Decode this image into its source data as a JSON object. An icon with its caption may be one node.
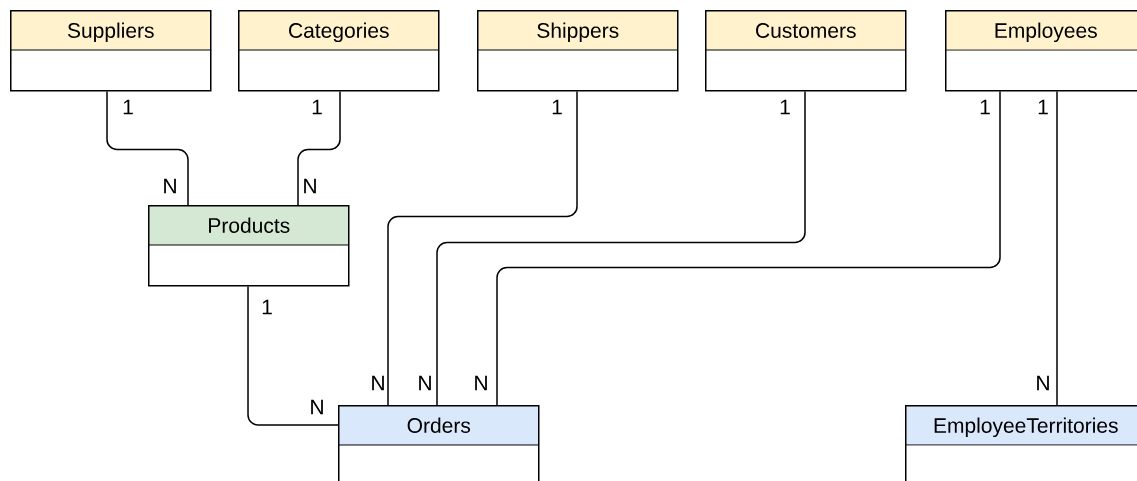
{
  "diagram": {
    "nodes": [
      {
        "text": [
          "Suppliers"
        ]
      },
      {
        "text": [
          "Categories"
        ]
      },
      {
        "text": [
          "Shippers"
        ]
      },
      {
        "text": [
          "Customers"
        ]
      },
      {
        "text": [
          "Employees"
        ]
      },
      {
        "text": [
          "Products"
        ]
      },
      {
        "text": [
          "Orders"
        ]
      },
      {
        "text": [
          "EmployeeTerritories"
        ]
      }
    ],
    "edges": [
      {
        "from": 0,
        "to": 5,
        "arrow": "none"
      },
      {
        "from": 1,
        "to": 5,
        "arrow": "none"
      },
      {
        "from": 2,
        "to": 6,
        "arrow": "none"
      },
      {
        "from": 3,
        "to": 6,
        "arrow": "none"
      },
      {
        "from": 4,
        "to": 6,
        "arrow": "none"
      },
      {
        "from": 4,
        "to": 7,
        "arrow": "none"
      },
      {
        "from": 5,
        "to": 6,
        "arrow": "none"
      }
    ],
    "labels": [
      "1",
      "1",
      "1",
      "1",
      "1",
      "1",
      "N",
      "N",
      "1",
      "N",
      "N",
      "N",
      "N",
      "N"
    ]
  }
}
